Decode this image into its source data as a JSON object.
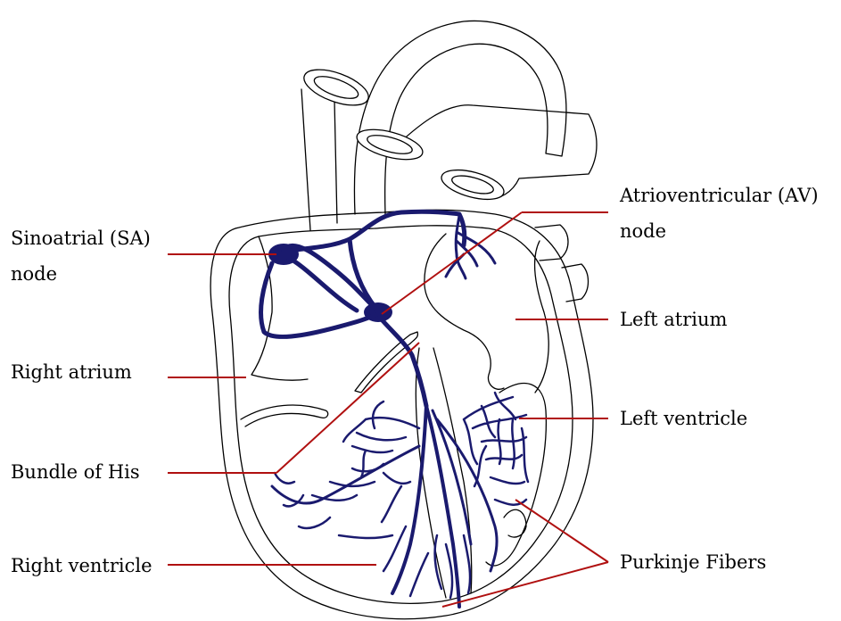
{
  "colors": {
    "conduction": "#1a1a6e",
    "leader": "#b01010",
    "outline": "#000000",
    "background": "#ffffff"
  },
  "labels": {
    "sa_node": [
      "Sinoatrial (SA)",
      "node"
    ],
    "av_node": [
      "Atrioventricular (AV)",
      "node"
    ],
    "left_atrium": "Left atrium",
    "right_atrium": "Right atrium",
    "left_ventricle": "Left ventricle",
    "bundle_of_his": "Bundle of His",
    "right_ventricle": "Right ventricle",
    "purkinje_fibers": "Purkinje Fibers"
  }
}
